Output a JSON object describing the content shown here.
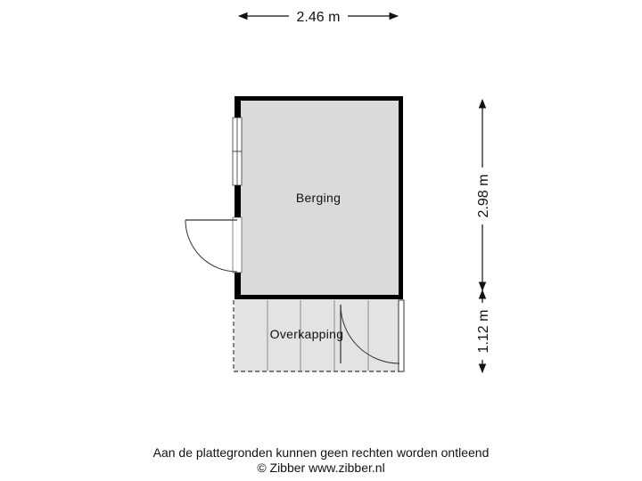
{
  "dimensions": {
    "width": "2.46 m",
    "height_storage": "2.98 m",
    "height_canopy": "1.12 m"
  },
  "rooms": {
    "storage": "Berging",
    "canopy": "Overkapping"
  },
  "footer": {
    "disclaimer": "Aan de plattegronden kunnen geen rechten worden ontleend",
    "copyright": "© Zibber www.zibber.nl"
  },
  "colors": {
    "room_fill": "#dadada",
    "canopy_fill": "#e3e3e3",
    "wall": "#000000",
    "line": "#333333"
  }
}
